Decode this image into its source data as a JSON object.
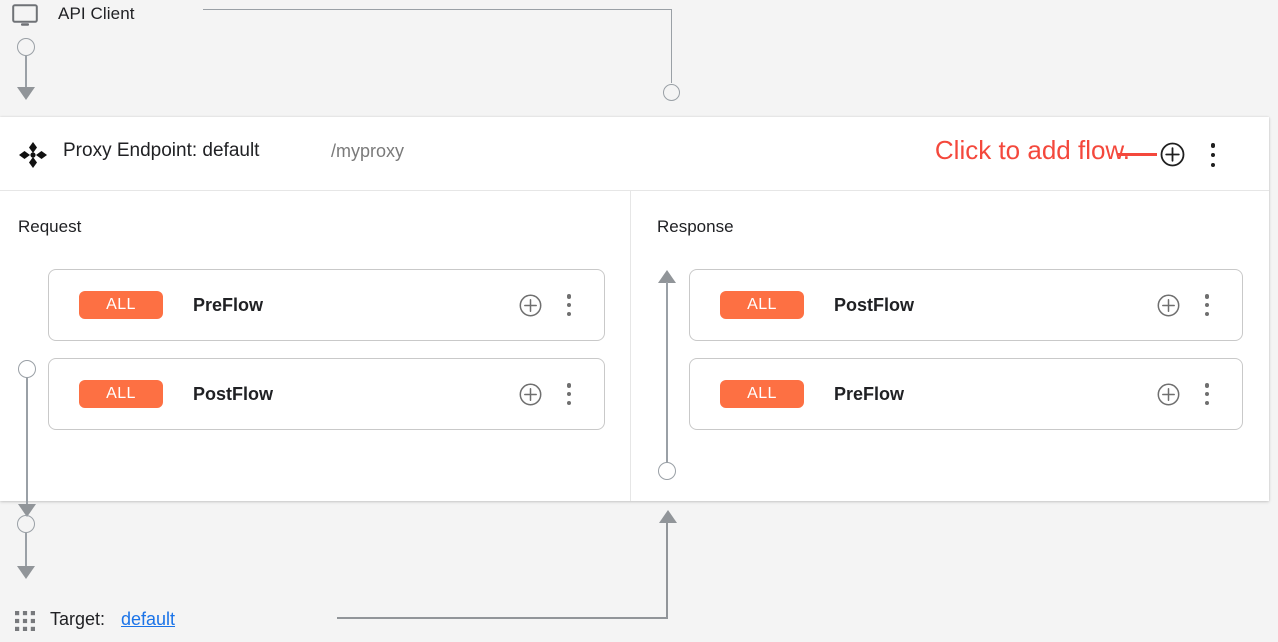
{
  "client": {
    "label": "API Client",
    "icon": "monitor-icon"
  },
  "proxy": {
    "icon": "move-diamond-icon",
    "title": "Proxy Endpoint: default",
    "path": "/myproxy",
    "hint": "Click to add flow.",
    "add_icon": "plus-circle-icon",
    "menu_icon": "kebab-menu-icon"
  },
  "columns": [
    {
      "title": "Request",
      "direction": "down",
      "flows": [
        {
          "badge": "ALL",
          "name": "PreFlow",
          "add_icon": "plus-circle-icon",
          "menu_icon": "kebab-menu-icon"
        },
        {
          "badge": "ALL",
          "name": "PostFlow",
          "add_icon": "plus-circle-icon",
          "menu_icon": "kebab-menu-icon"
        }
      ]
    },
    {
      "title": "Response",
      "direction": "up",
      "flows": [
        {
          "badge": "ALL",
          "name": "PostFlow",
          "add_icon": "plus-circle-icon",
          "menu_icon": "kebab-menu-icon"
        },
        {
          "badge": "ALL",
          "name": "PreFlow",
          "add_icon": "plus-circle-icon",
          "menu_icon": "kebab-menu-icon"
        }
      ]
    }
  ],
  "target": {
    "icon": "grid-dots-icon",
    "label": "Target:",
    "link": "default"
  },
  "colors": {
    "hint_red": "#f4483c",
    "badge_orange": "#fd7043",
    "link_blue": "#1a73e8",
    "connector_gray": "#9aa0a6",
    "page_bg": "#f4f4f4",
    "panel_bg": "#ffffff"
  }
}
